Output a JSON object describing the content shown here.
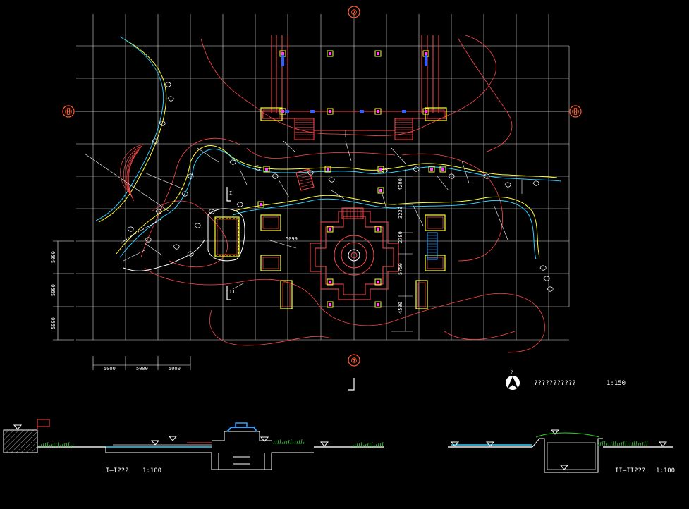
{
  "grid_bubbles": {
    "top": "⑦",
    "bottom": "⑦",
    "left": "Ⓗ",
    "right": "Ⓗ"
  },
  "dimensions": {
    "horizontal": [
      "5000",
      "5000",
      "5000"
    ],
    "vertical": [
      "5000",
      "5000",
      "5000"
    ],
    "center_stack": [
      "4200",
      "3230",
      "2780",
      "5750",
      "4500"
    ],
    "misc": [
      "5099"
    ]
  },
  "section_markers": {
    "mark_1": "I",
    "mark_2": "II"
  },
  "plan_caption": {
    "title": "???????????",
    "scale": "1:150",
    "north_label": "?"
  },
  "section_1": {
    "title": "I—I???",
    "scale": "1:100"
  },
  "section_2": {
    "title": "II—II???",
    "scale": "1:100"
  },
  "colors": {
    "grid": "#d8d8d8",
    "red": "#ff4a4a",
    "yellow": "#ffff30",
    "cyan": "#30d0ff",
    "blue": "#3060ff",
    "magenta": "#ff40ff",
    "orange": "#ff5a2a",
    "green": "#30d030",
    "white": "#ffffff",
    "gray": "#b0b0b0"
  }
}
